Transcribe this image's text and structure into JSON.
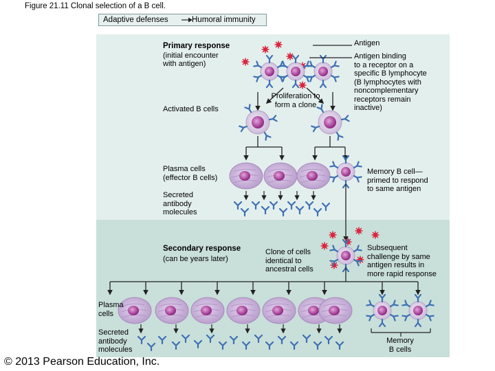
{
  "figure_title": "Figure 21.11  Clonal selection of a B cell.",
  "breadcrumb": {
    "left": "Adaptive defenses",
    "right": "Humoral immunity"
  },
  "primary": {
    "heading": "Primary response",
    "sub": [
      "(initial encounter",
      "with antigen)"
    ],
    "activated": "Activated B cells",
    "proliferation": [
      "Proliferation to",
      "form a clone"
    ],
    "plasma": [
      "Plasma cells",
      "(effector B cells)"
    ],
    "secreted": [
      "Secreted",
      "antibody",
      "molecules"
    ],
    "memory": [
      "Memory B cell—",
      "primed to respond",
      "to same antigen"
    ]
  },
  "right_notes": {
    "antigen": "Antigen",
    "binding": [
      "Antigen binding",
      "to a receptor on a",
      "specific B lymphocyte",
      "(B lymphocytes with",
      "noncomplementary",
      "receptors remain",
      "inactive)"
    ]
  },
  "secondary": {
    "heading": "Secondary response",
    "sub": "(can be years later)",
    "clone": [
      "Clone of cells",
      "identical to",
      "ancestral cells"
    ],
    "challenge": [
      "Subsequent",
      "challenge by same",
      "antigen results in",
      "more rapid response"
    ],
    "plasma": [
      "Plasma",
      "cells"
    ],
    "secreted": [
      "Secreted",
      "antibody",
      "molecules"
    ],
    "memory": [
      "Memory",
      "B cells"
    ]
  },
  "copyright": "© 2013 Pearson Education, Inc.",
  "colors": {
    "antigen": "#d9263f",
    "receptor": "#3c6fb4",
    "nucleus": "#a0308e",
    "plasma": "#c9b2d8",
    "arrow": "#222222"
  }
}
